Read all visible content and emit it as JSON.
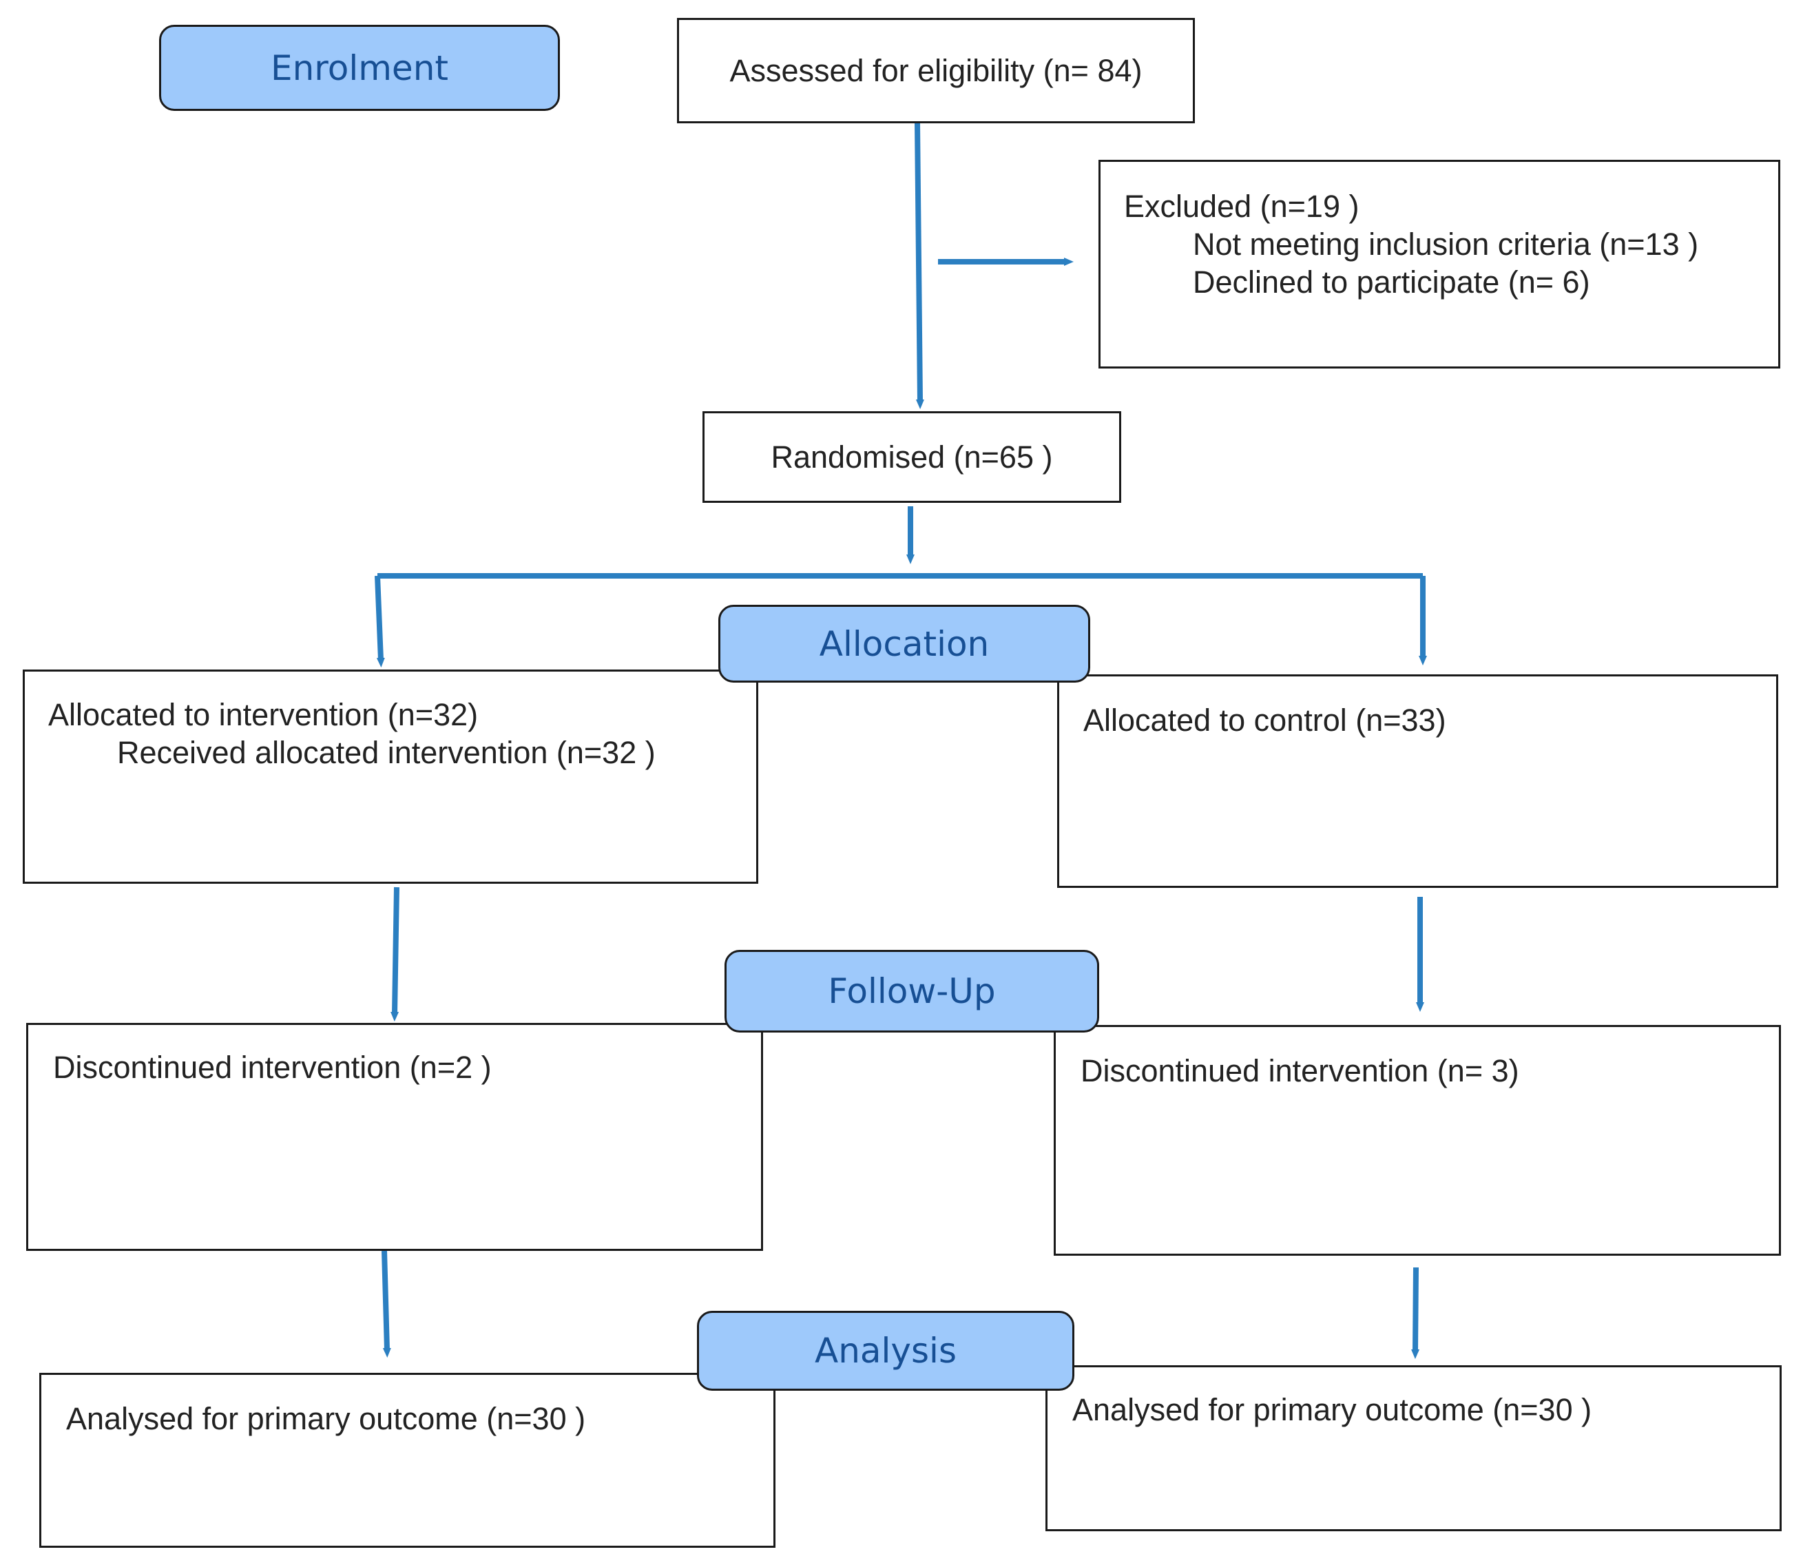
{
  "colors": {
    "arrow": "#2b7fc1",
    "stage_fill": "#9ec9fb",
    "stage_text": "#174f94",
    "box_border": "#1a1a1a",
    "text": "#222222"
  },
  "stages": {
    "enrolment": "Enrolment",
    "allocation": "Allocation",
    "follow_up": "Follow-Up",
    "analysis": "Analysis"
  },
  "boxes": {
    "assessed": "Assessed for eligibility (n= 84)",
    "excluded": {
      "title": "Excluded (n=19 )",
      "not_meeting": "Not meeting inclusion criteria (n=13 )",
      "declined": "Declined to participate (n= 6)"
    },
    "randomised": "Randomised (n=65 )",
    "allocated_intervention": {
      "title": "Allocated to intervention (n=32)",
      "received": "Received allocated intervention (n=32 )"
    },
    "allocated_control": "Allocated to control (n=33)",
    "discontinued_intervention_left": "Discontinued intervention (n=2 )",
    "discontinued_intervention_right": "Discontinued intervention (n= 3)",
    "analysed_left": "Analysed for primary outcome (n=30 )",
    "analysed_right": "Analysed for primary outcome (n=30 )"
  }
}
